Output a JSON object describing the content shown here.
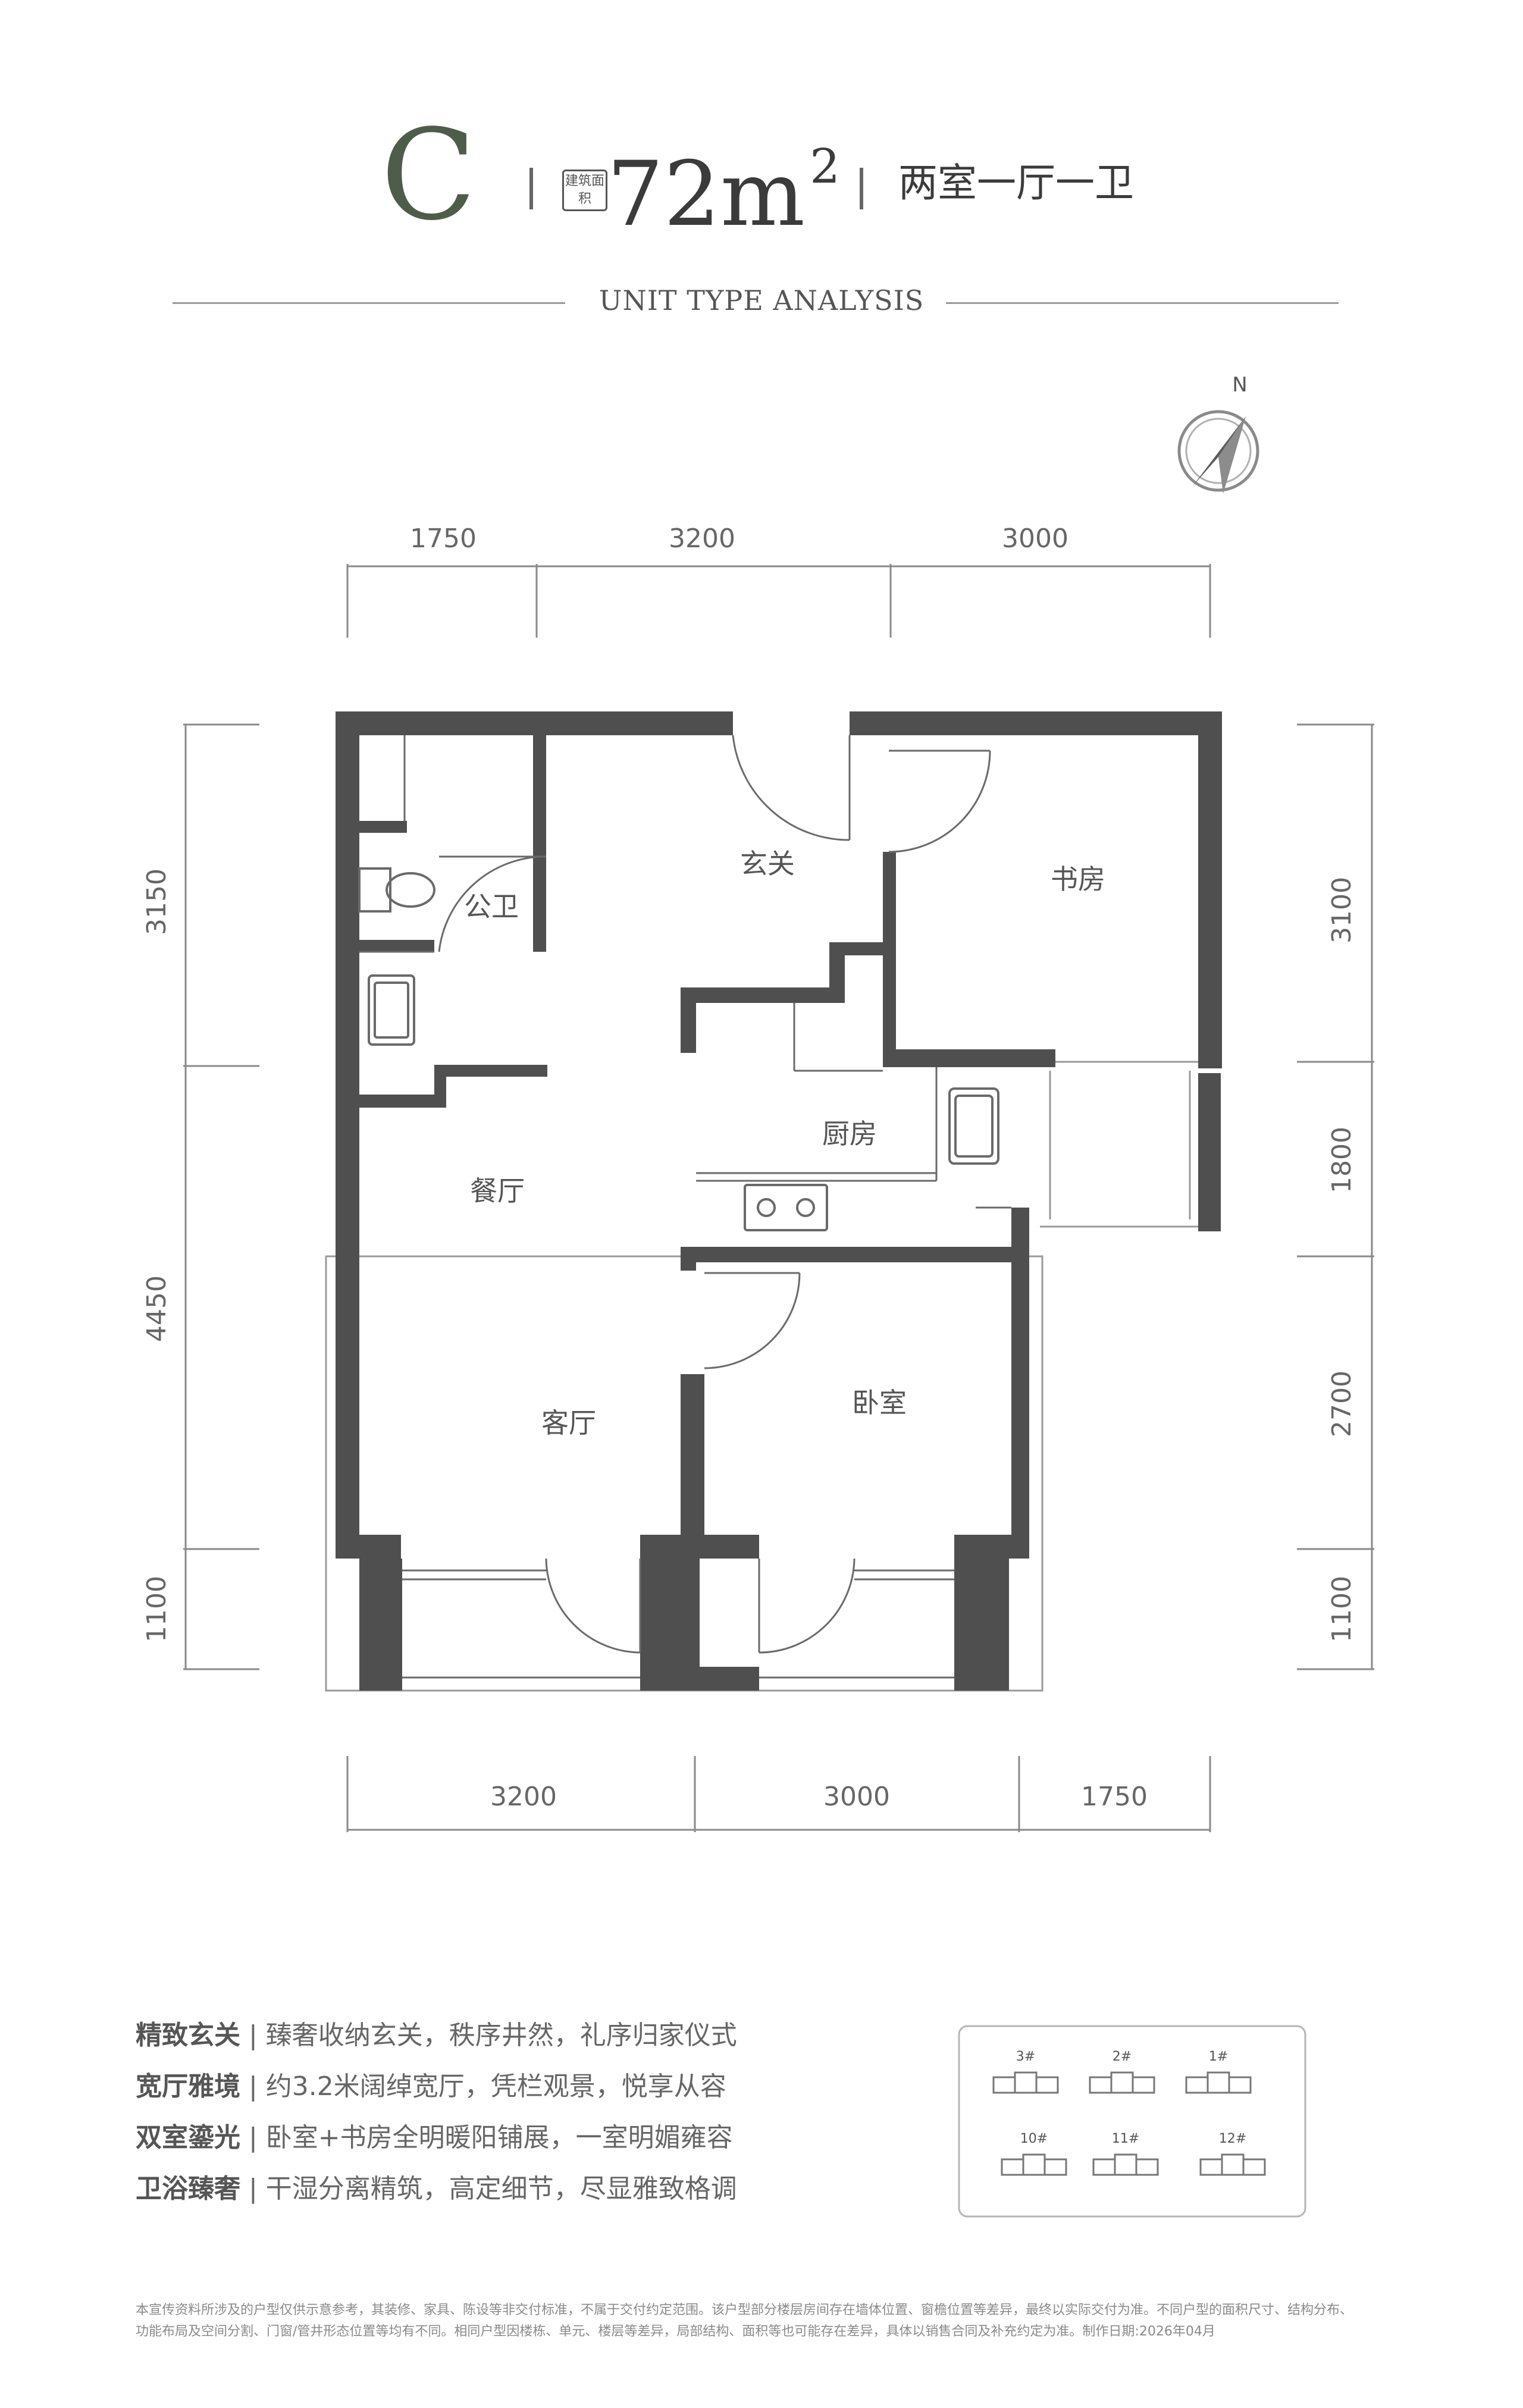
{
  "header": {
    "unit_letter": "C",
    "area_tag": "建筑面积",
    "area_value": "72m",
    "area_sup": "2",
    "unit_type": "两室一厅一卫",
    "subtitle": "UNIT TYPE ANALYSIS"
  },
  "compass": {
    "label": "N"
  },
  "dimensions": {
    "top": [
      "1750",
      "3200",
      "3000"
    ],
    "bottom": [
      "3200",
      "3000",
      "1750"
    ],
    "left": [
      "3150",
      "4450",
      "1100"
    ],
    "right": [
      "3100",
      "1800",
      "2700",
      "1100"
    ]
  },
  "rooms": {
    "entry": "玄关",
    "study": "书房",
    "toilet": "公卫",
    "kitchen": "厨房",
    "dining": "餐厅",
    "living": "客厅",
    "bedroom": "卧室"
  },
  "features": [
    {
      "title": "精致玄关",
      "text": "臻奢收纳玄关，秩序井然，礼序归家仪式"
    },
    {
      "title": "宽厅雅境",
      "text": "约3.2米阔绰宽厅，凭栏观景，悦享从容"
    },
    {
      "title": "双室鎏光",
      "text": "卧室+书房全明暖阳铺展，一室明媚雍容"
    },
    {
      "title": "卫浴臻奢",
      "text": "干湿分离精筑，高定细节，尽显雅致格调"
    }
  ],
  "key_plan": {
    "row1": [
      "3#",
      "2#",
      "1#"
    ],
    "row2": [
      "10#",
      "11#",
      "12#"
    ]
  },
  "disclaimer": [
    "本宣传资料所涉及的户型仅供示意参考，其装修、家具、陈设等非交付标准，不属于交付约定范围。该户型部分楼层房间存在墙体位置、窗檐位置等差异，最终以实际交付为准。不同户型的面积尺寸、结构分布、",
    "功能布局及空间分割、门窗/管井形态位置等均有不同。相同户型因楼栋、单元、楼层等差异，局部结构、面积等也可能存在差异，具体以销售合同及补充约定为准。制作日期:2026年04月"
  ],
  "colors": {
    "wall": "#4f4f4f",
    "brand": "#4e5d4a",
    "text": "#6e6e6e",
    "line": "#9a9a9a"
  }
}
